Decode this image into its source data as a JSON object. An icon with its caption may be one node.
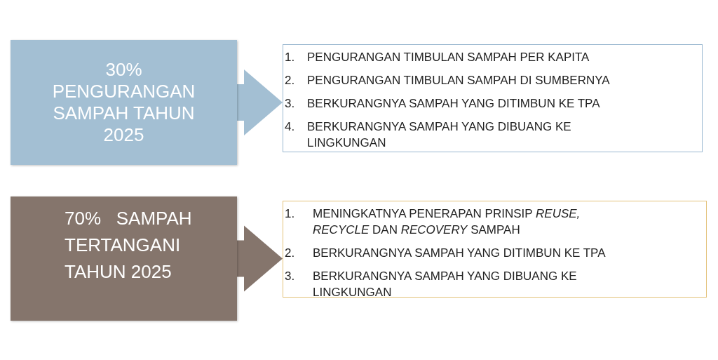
{
  "diagram": {
    "nodes": [
      {
        "text": [
          "30% PENGURANGAN SAMPAH TAHUN 2025"
        ]
      },
      {
        "text": [
          "1.",
          "PENGURANGAN TIMBULAN SAMPAH PER KAPITA",
          "2.",
          "PENGURANGAN TIMBULAN SAMPAH DI SUMBERNYA",
          "3.",
          "BERKURANGNYA SAMPAH YANG DITIMBUN KE TPA",
          "4.",
          "BERKURANGNYA SAMPAH YANG DIBUANG KE LINGKUNGAN"
        ]
      },
      {
        "text": [
          "70%   SAMPAH TERTANGANI TAHUN 2025"
        ]
      },
      {
        "text": [
          "1.",
          "MENINGKATNYA PENERAPAN PRINSIP *REUSE, RECYCLE* DAN *RECOVERY* SAMPAH",
          "2.",
          "BERKURANGNYA SAMPAH YANG DITIMBUN KE TPA",
          "3.",
          "BERKURANGNYA SAMPAH YANG DIBUANG KE LINGKUNGAN"
        ]
      }
    ],
    "edges": [
      {
        "from": 0,
        "to": 1,
        "arrow": "to",
        "style": "thick",
        "color": "#a3bfd3"
      },
      {
        "from": 2,
        "to": 3,
        "arrow": "to",
        "style": "thick",
        "color": "#85756c"
      }
    ]
  }
}
